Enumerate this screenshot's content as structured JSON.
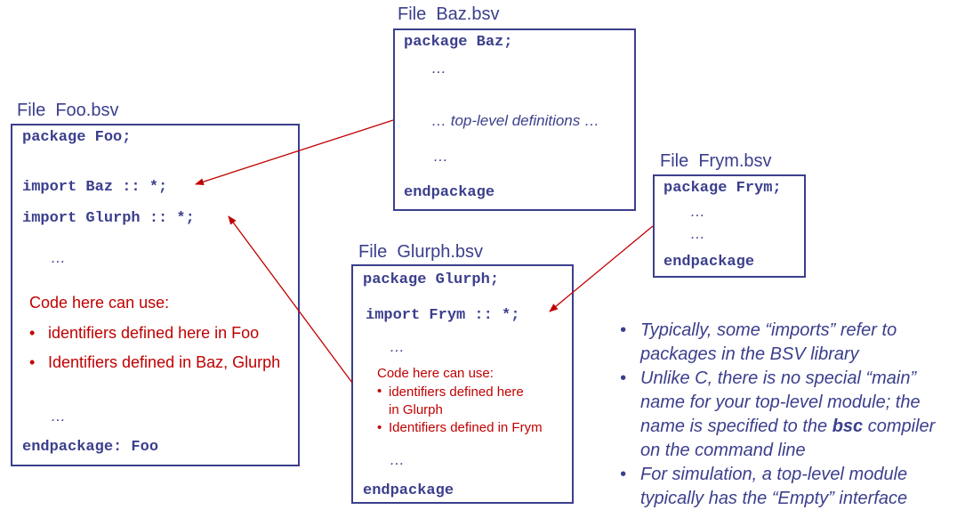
{
  "colors": {
    "navy": "#3b3f8c",
    "red": "#c00000"
  },
  "foo": {
    "title": "File  Foo.bsv",
    "lines": [
      "package Foo;",
      "import Baz :: *;",
      "import Glurph :: *;",
      "…",
      "…",
      "endpackage: Foo"
    ],
    "note_title": "Code here can use:",
    "note_items": [
      "identifiers defined here in Foo",
      "Identifiers defined in Baz, Glurph"
    ]
  },
  "baz": {
    "title": "File  Baz.bsv",
    "lines": [
      "package Baz;",
      "…",
      "… top-level definitions …",
      "…",
      "endpackage"
    ]
  },
  "frym": {
    "title": "File  Frym.bsv",
    "lines": [
      "package Frym;",
      "…",
      "…",
      "endpackage"
    ]
  },
  "glurph": {
    "title": "File  Glurph.bsv",
    "lines": [
      "package Glurph;",
      "import Frym :: *;",
      "…",
      "…",
      "endpackage"
    ],
    "note_title": "Code here can use:",
    "note_items": [
      "identifiers defined here\nin Glurph",
      "Identifiers defined in Frym"
    ]
  },
  "bullets": [
    {
      "text": "Typically, some “imports” refer to packages in the BSV library"
    },
    {
      "pre": "Unlike C, there is no special “main” name for your top-level module; the name is specified to the ",
      "bold": "bsc",
      "post": " compiler on the command line"
    },
    {
      "text": "For simulation, a top-level module typically has the “Empty” interface"
    }
  ],
  "bullet_glyph": "•"
}
